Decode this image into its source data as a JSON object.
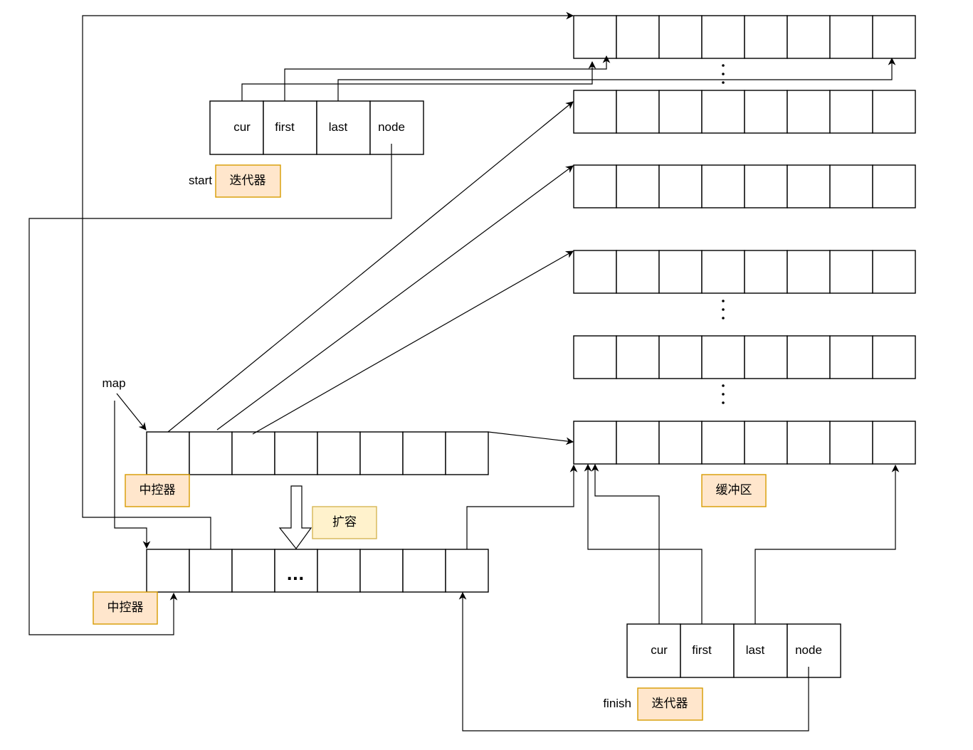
{
  "iterators": {
    "start": {
      "name": "start",
      "tag": "迭代器",
      "fields": [
        "cur",
        "first",
        "last",
        "node"
      ]
    },
    "finish": {
      "name": "finish",
      "tag": "迭代器",
      "fields": [
        "cur",
        "first",
        "last",
        "node"
      ]
    }
  },
  "map_label": "map",
  "controller_tag": "中控器",
  "controller_new_tag": "中控器",
  "expand_tag": "扩容",
  "buffer_tag": "缓冲区",
  "ellipsis": "..."
}
